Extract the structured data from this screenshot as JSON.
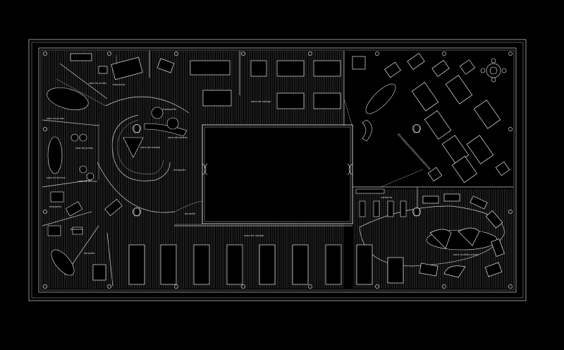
{
  "plan": {
    "colors": {
      "background": "#000000",
      "line": "#d8d8d8",
      "hatch": "#5a5a5a"
    },
    "labels": {
      "sala_de_juntas_top": "sala de juntas",
      "despacho_top": "despacho",
      "sala_de_juntas_left": "sala de juntas",
      "sala_de_juntas_left2": "sala de juntas",
      "sala_de_lectura": "sala de lectura",
      "sala_de_lectura2": "sala de lectura",
      "despacho_left": "despacho",
      "despacho_left2": "despacho",
      "almacen": "almacén",
      "recepcion": "recepción",
      "zona_de_espera": "zona de espera",
      "zona_de_trabajo_top": "zona de trabajo",
      "zona_de_trabajo_bottom": "zona de trabajo",
      "cafeteria": "cafetería",
      "reprografia": "reprografía",
      "almacen_center": "almacén",
      "zona_multifuncional": "zona multifuncional",
      "zona_de_trabajo_center": "zona de trabajo"
    }
  }
}
